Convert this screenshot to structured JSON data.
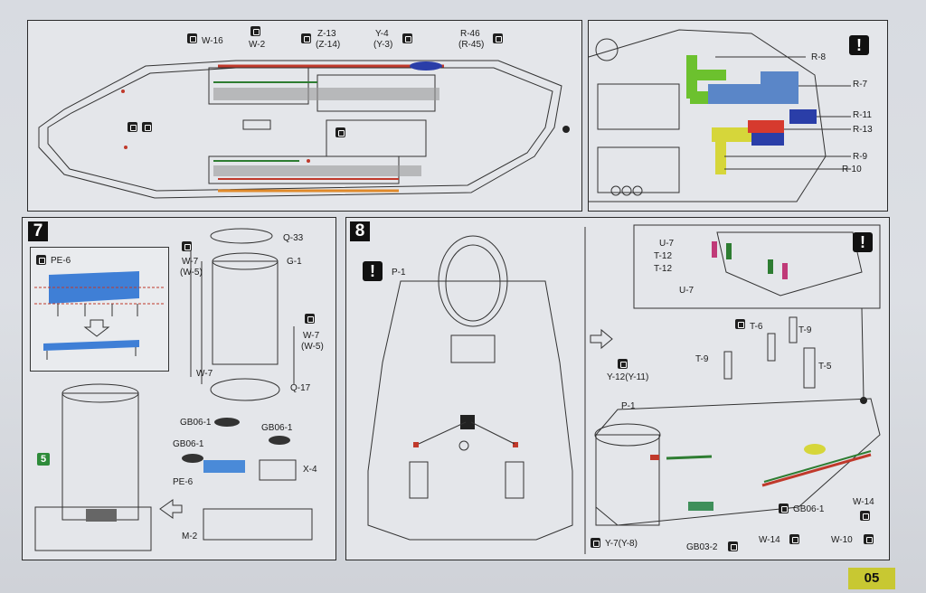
{
  "page_number": "05",
  "top_left": {
    "labels": {
      "w16": "W-16",
      "w2": "W-2",
      "z13": "Z-13",
      "z14": "(Z-14)",
      "y4": "Y-4",
      "y3": "(Y-3)",
      "r46": "R-46",
      "r45": "(R-45)"
    }
  },
  "top_right": {
    "labels": {
      "r8": "R-8",
      "r7": "R-7",
      "r11": "R-11",
      "r13": "R-13",
      "r9": "R-9",
      "r10": "R-10"
    },
    "colors": {
      "green": "#6cc12e",
      "blue": "#5a86c8",
      "yellow": "#d6d63a",
      "red": "#d63a2e",
      "navy": "#2a3ea8"
    }
  },
  "step7": {
    "number": "7",
    "substep": "5",
    "inset_label": "PE-6",
    "labels": {
      "q33": "Q-33",
      "w7a": "W-7",
      "w5a": "(W-5)",
      "g1": "G-1",
      "w7b": "W-7",
      "w5b": "(W-5)",
      "w7c": "W-7",
      "q17": "Q-17",
      "gb1": "GB06-1",
      "gb2": "GB06-1",
      "gb3": "GB06-1",
      "pe6": "PE-6",
      "x4": "X-4",
      "m2": "M-2"
    }
  },
  "step8": {
    "number": "8",
    "labels": {
      "p1a": "P-1",
      "u7a": "U-7",
      "t12a": "T-12",
      "t12b": "T-12",
      "u7b": "U-7",
      "t6": "T-6",
      "t9a": "T-9",
      "t9b": "T-9",
      "t5": "T-5",
      "y12": "Y-12(Y-11)",
      "p1b": "P-1",
      "w14a": "W-14",
      "w14b": "W-14",
      "gb061": "GB06-1",
      "w10": "W-10",
      "y7": "Y-7(Y-8)",
      "gb03": "GB03-2"
    }
  }
}
